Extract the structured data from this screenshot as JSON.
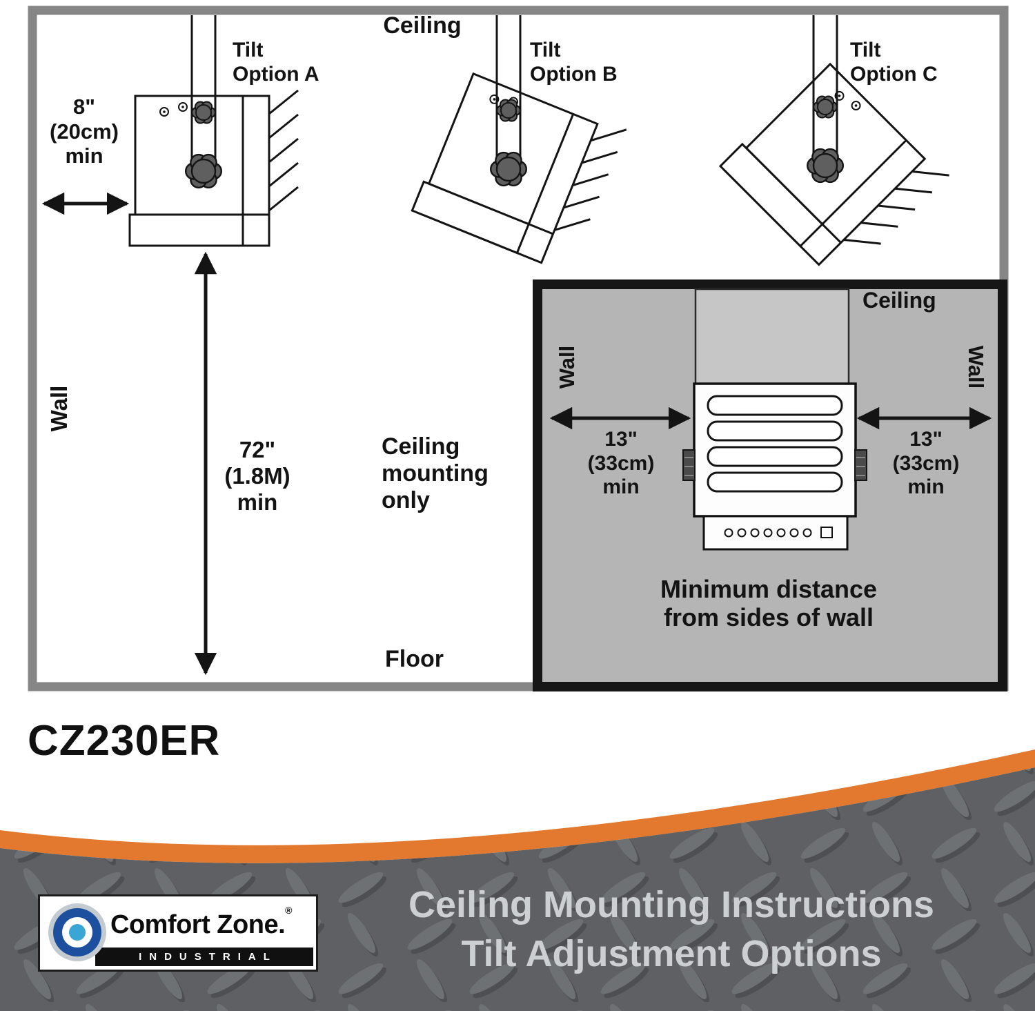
{
  "colors": {
    "border_gray": "#868686",
    "inset_background": "#b5b5b5",
    "accent_orange": "#e2792f",
    "plate_gray": "#5e6063",
    "headline_gray": "#ccd0d3",
    "brand_blue": "#1c4f9e",
    "brand_cyan": "#3aa6d6",
    "line_black": "#141414"
  },
  "diagram": {
    "ceiling_label": "Ceiling",
    "floor_label": "Floor",
    "wall_label": "Wall",
    "tilt_options": [
      {
        "line1": "Tilt",
        "line2": "Option A"
      },
      {
        "line1": "Tilt",
        "line2": "Option B"
      },
      {
        "line1": "Tilt",
        "line2": "Option C"
      }
    ],
    "wall_clearance": {
      "value": "8\"",
      "metric": "(20cm)",
      "min": "min"
    },
    "floor_clearance": {
      "value": "72\"",
      "metric": "(1.8M)",
      "min": "min"
    },
    "mounting_note": {
      "line1": "Ceiling",
      "line2": "mounting",
      "line3": "only"
    }
  },
  "inset": {
    "ceiling_label": "Ceiling",
    "wall_label_left": "Wall",
    "wall_label_right": "Wall",
    "side_clearance_left": {
      "value": "13\"",
      "metric": "(33cm)",
      "min": "min"
    },
    "side_clearance_right": {
      "value": "13\"",
      "metric": "(33cm)",
      "min": "min"
    },
    "caption": {
      "line1": "Minimum distance",
      "line2": "from sides of wall"
    }
  },
  "footer": {
    "model": "CZ230ER",
    "headline": {
      "line1": "Ceiling Mounting Instructions",
      "line2": "Tilt Adjustment Options"
    },
    "brand": {
      "name": "Comfort Zone.",
      "registered": "®",
      "division": "INDUSTRIAL"
    }
  }
}
